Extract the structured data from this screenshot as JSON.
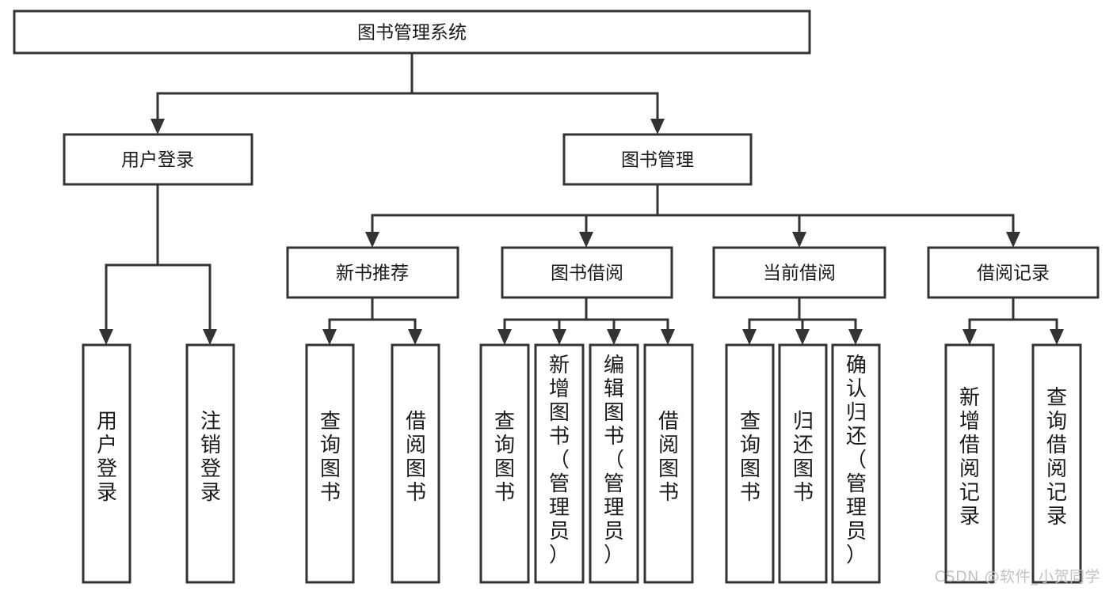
{
  "diagram": {
    "title": "图书管理系统",
    "root": {
      "label": "图书管理系统"
    },
    "level2": [
      {
        "id": "user-login",
        "label": "用户登录"
      },
      {
        "id": "book-manage",
        "label": "图书管理"
      }
    ],
    "level3": [
      {
        "id": "new-book-recommend",
        "label": "新书推荐"
      },
      {
        "id": "book-borrow",
        "label": "图书借阅"
      },
      {
        "id": "current-borrow",
        "label": "当前借阅"
      },
      {
        "id": "borrow-record",
        "label": "借阅记录"
      }
    ],
    "leaves": {
      "user_login": [
        {
          "id": "leaf-user-login",
          "label": "用户登录"
        },
        {
          "id": "leaf-logout-login",
          "label": "注销登录"
        }
      ],
      "new_book_recommend": [
        {
          "id": "leaf-query-book-1",
          "label": "查询图书"
        },
        {
          "id": "leaf-borrow-book-1",
          "label": "借阅图书"
        }
      ],
      "book_borrow": [
        {
          "id": "leaf-query-book-2",
          "label": "查询图书"
        },
        {
          "id": "leaf-add-book-admin",
          "label": "新增图书（管理员）"
        },
        {
          "id": "leaf-edit-book-admin",
          "label": "编辑图书（管理员）"
        },
        {
          "id": "leaf-borrow-book-2",
          "label": "借阅图书"
        }
      ],
      "current_borrow": [
        {
          "id": "leaf-query-book-3",
          "label": "查询图书"
        },
        {
          "id": "leaf-return-book",
          "label": "归还图书"
        },
        {
          "id": "leaf-confirm-return-admin",
          "label": "确认归还（管理员）"
        }
      ],
      "borrow_record": [
        {
          "id": "leaf-add-borrow-record",
          "label": "新增借阅记录"
        },
        {
          "id": "leaf-query-borrow-record",
          "label": "查询借阅记录"
        }
      ]
    },
    "colors": {
      "stroke": "#333333",
      "fill": "#ffffff",
      "text": "#1a1a1a",
      "watermark": "#c2c2c2"
    }
  },
  "watermark": {
    "text": "CSDN @软件_小贺同学"
  }
}
